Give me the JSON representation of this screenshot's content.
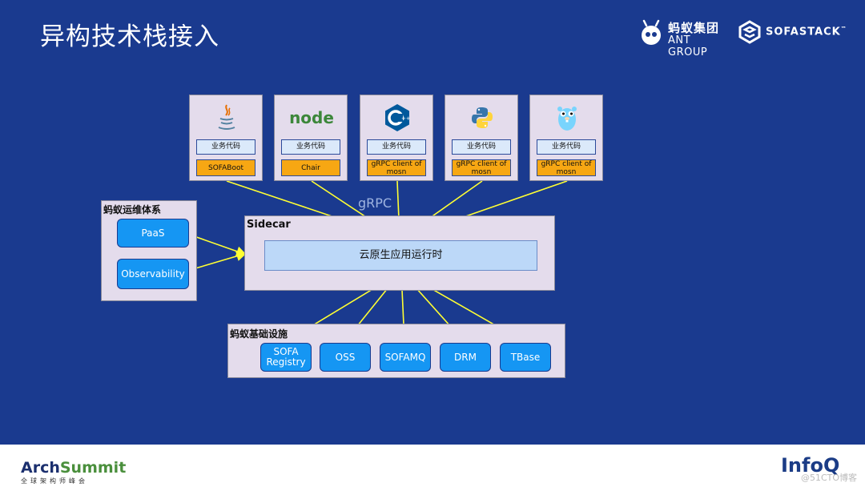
{
  "title": "异构技术栈接入",
  "logos": {
    "ant_cn": "蚂蚁集团",
    "ant_en": "ANT GROUP",
    "sofa": "SOFASTACK",
    "sofa_tm": "™"
  },
  "cards": [
    {
      "icon": "java-icon",
      "biz": "业务代码",
      "fw": "SOFABoot"
    },
    {
      "icon": "nodejs-icon",
      "biz": "业务代码",
      "fw": "Chair"
    },
    {
      "icon": "cpp-icon",
      "biz": "业务代码",
      "fw": "gRPC client of mosn"
    },
    {
      "icon": "python-icon",
      "biz": "业务代码",
      "fw": "gRPC client of mosn"
    },
    {
      "icon": "go-gopher-icon",
      "biz": "业务代码",
      "fw": "gRPC client of mosn"
    }
  ],
  "node_logo_text": "node",
  "grpc_label": "gRPC",
  "ops": {
    "label": "蚂蚁运维体系",
    "items": [
      "PaaS",
      "Observability"
    ]
  },
  "sidecar": {
    "label": "Sidecar",
    "runtime": "云原生应用运行时"
  },
  "infra": {
    "label": "蚂蚁基础设施",
    "items": [
      "SOFA Registry",
      "OSS",
      "SOFAMQ",
      "DRM",
      "TBase"
    ]
  },
  "footer": {
    "arch": "Arch",
    "summit": "Summit",
    "arch_sub": "全球架构师峰会",
    "infoq": "InfoQ",
    "watermark": "@51CTO博客"
  },
  "colors": {
    "background": "#1a3a8f",
    "panel": "#e4dcec",
    "arrow": "#ffff33",
    "framework": "#f7a713",
    "button": "#1596f3",
    "runtime": "#bcd8f8"
  }
}
